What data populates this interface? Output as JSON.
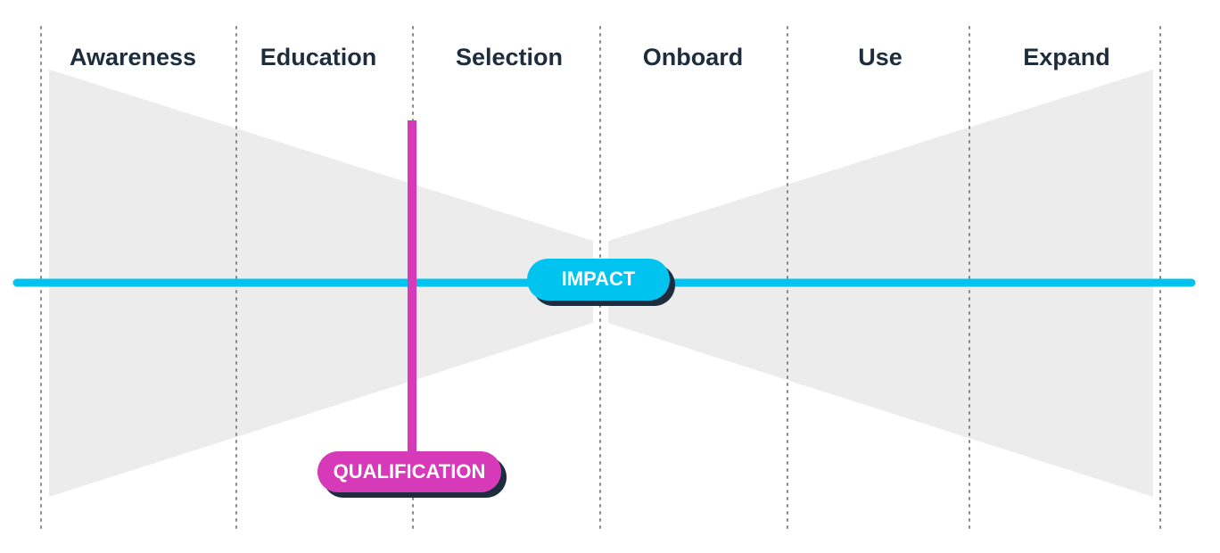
{
  "stages": [
    "Awareness",
    "Education",
    "Selection",
    "Onboard",
    "Use",
    "Expand"
  ],
  "impact_label": "IMPACT",
  "qualification_label": "QUALIFICATION",
  "colors": {
    "stage_text": "#1e2d3d",
    "funnel_fill": "#ececec",
    "divider": "#8a8a8a",
    "impact": "#00c3f0",
    "qualification": "#d63ab8",
    "pill_shadow": "#1e2d3d",
    "pill_text": "#ffffff"
  }
}
